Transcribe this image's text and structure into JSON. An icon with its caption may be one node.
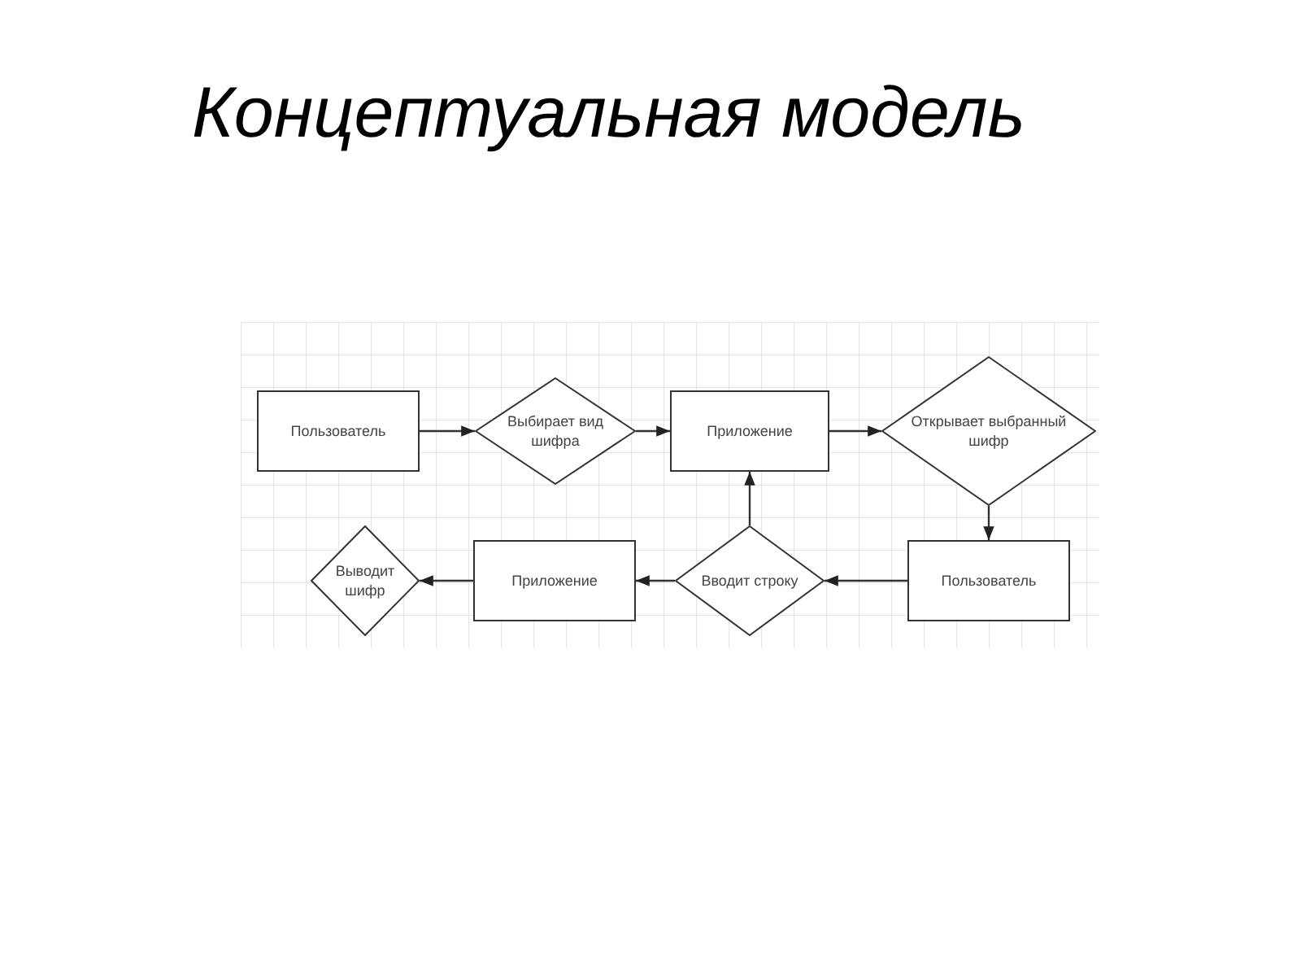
{
  "diagram": {
    "title": "Концептуальная модель",
    "nodes": [
      {
        "text": [
          "Пользователь"
        ]
      },
      {
        "text": [
          "Выбирает вид шифра"
        ]
      },
      {
        "text": [
          "Приложение"
        ]
      },
      {
        "text": [
          "Открывает выбранный шифр"
        ]
      },
      {
        "text": [
          "Пользователь"
        ]
      },
      {
        "text": [
          "Вводит строку"
        ]
      },
      {
        "text": [
          "Приложение"
        ]
      },
      {
        "text": [
          "Выводит шифр"
        ]
      }
    ],
    "edges": [
      {
        "from": 0,
        "to": 1,
        "arrow": "to"
      },
      {
        "from": 1,
        "to": 2,
        "arrow": "to"
      },
      {
        "from": 2,
        "to": 3,
        "arrow": "to"
      },
      {
        "from": 3,
        "to": 4,
        "arrow": "to"
      },
      {
        "from": 4,
        "to": 5,
        "arrow": "to"
      },
      {
        "from": 5,
        "to": 2,
        "arrow": "to"
      },
      {
        "from": 5,
        "to": 6,
        "arrow": "to"
      },
      {
        "from": 6,
        "to": 7,
        "arrow": "to"
      }
    ]
  }
}
